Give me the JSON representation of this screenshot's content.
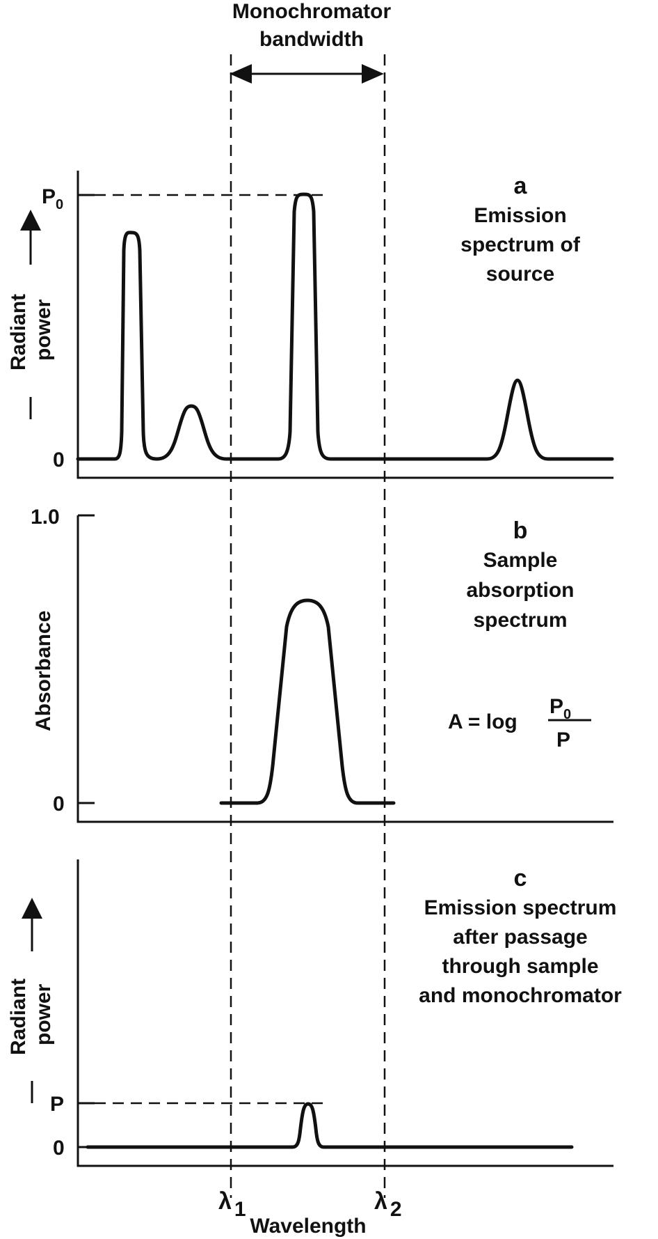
{
  "header": {
    "line1": "Monochromator",
    "line2": "bandwidth"
  },
  "panel_a": {
    "letter": "a",
    "title": [
      "Emission",
      "spectrum of",
      "source"
    ],
    "ylabel_line1": "Radiant",
    "ylabel_line2": "power",
    "tick_top_main": "P",
    "tick_top_sub": "0",
    "tick_zero": "0"
  },
  "panel_b": {
    "letter": "b",
    "title": [
      "Sample",
      "absorption",
      "spectrum"
    ],
    "ylabel": "Absorbance",
    "tick_top": "1.0",
    "tick_zero": "0",
    "equation": {
      "lhs": "A = log",
      "num_main": "P",
      "num_sub": "0",
      "den": "P"
    }
  },
  "panel_c": {
    "letter": "c",
    "title": [
      "Emission spectrum",
      "after passage",
      "through sample",
      "and monochromator"
    ],
    "ylabel_line1": "Radiant",
    "ylabel_line2": "power",
    "tick_p": "P",
    "tick_zero": "0"
  },
  "x_axis": {
    "lambda_symbol": "λ",
    "lambda1_sub": "1",
    "lambda2_sub": "2",
    "label": "Wavelength"
  }
}
